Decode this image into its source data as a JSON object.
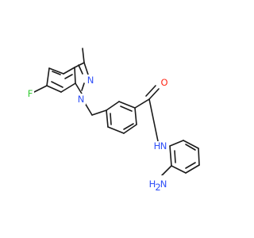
{
  "molecule": {
    "atom_labels": {
      "fluorine": "F",
      "nitrogen_1": "N",
      "nitrogen_2": "N",
      "amide_oxygen": "O",
      "amide_nh": "H",
      "amide_n": "N",
      "amine_h": "H",
      "amine_h2": "2",
      "amine_n": "N"
    },
    "colors": {
      "bond": "#1a1a1a",
      "fluorine": "#33cc33",
      "nitrogen": "#3050f8",
      "oxygen": "#ff2a1a"
    }
  }
}
